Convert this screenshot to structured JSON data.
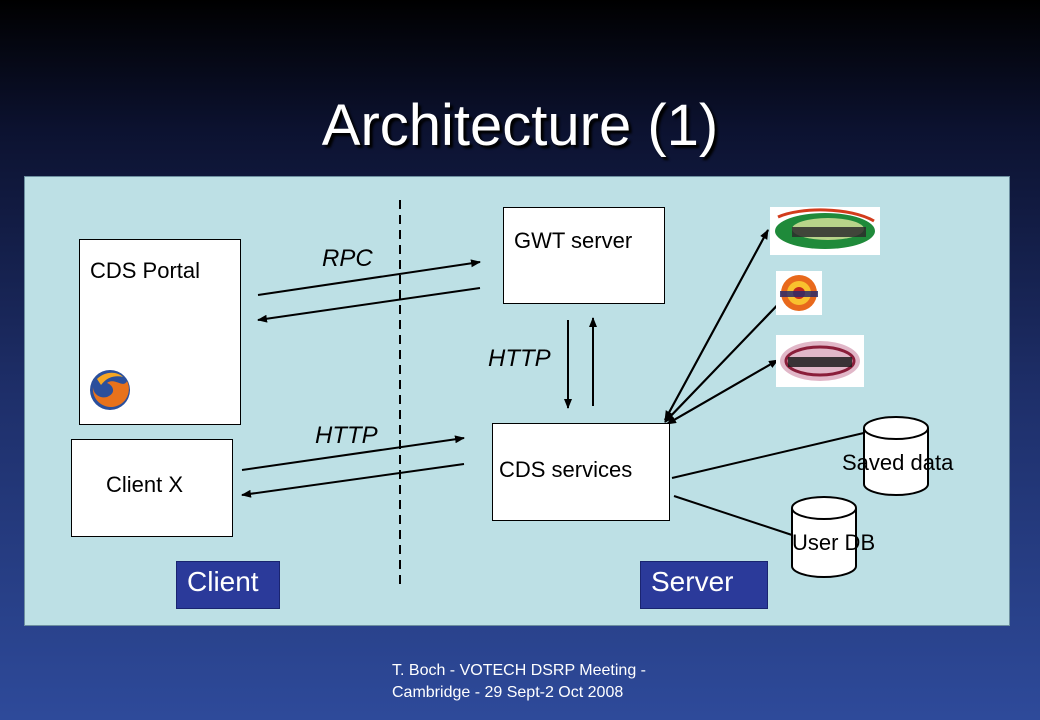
{
  "slide": {
    "title": "Architecture (1)",
    "footer_line1": "T. Boch - VOTECH DSRP Meeting -",
    "footer_line2": "Cambridge - 29 Sept-2 Oct  2008"
  },
  "diagram": {
    "cds_portal": "CDS Portal",
    "client_x": "Client X",
    "gwt_server": "GWT server",
    "cds_services": "CDS services",
    "rpc": "RPC",
    "http_client": "HTTP",
    "http_server": "HTTP",
    "saved_data": "Saved data",
    "user_db": "User DB",
    "client_tag": "Client",
    "server_tag": "Server"
  },
  "colors": {
    "panel": "#bde0e5",
    "tag": "#2b3a9a"
  }
}
